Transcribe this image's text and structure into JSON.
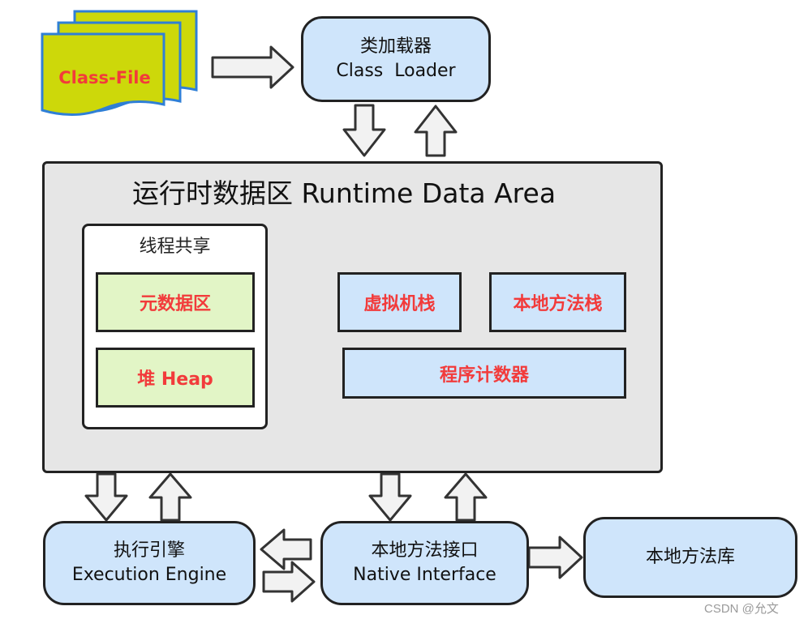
{
  "class_file": {
    "label": "Class-File"
  },
  "class_loader": {
    "title_cn": "类加载器",
    "title_en": "Class  Loader"
  },
  "runtime_area": {
    "title": "运行时数据区 Runtime Data Area"
  },
  "shared_area": {
    "title": "线程共享",
    "metaspace": "元数据区",
    "heap": "堆 Heap"
  },
  "thread_private": {
    "vm_stack": "虚拟机栈",
    "native_stack": "本地方法栈",
    "pc_register": "程序计数器"
  },
  "execution_engine": {
    "title_cn": "执行引擎",
    "title_en": "Execution Engine"
  },
  "native_interface": {
    "title_cn": "本地方法接口",
    "title_en": "Native Interface"
  },
  "native_library": {
    "title": "本地方法库"
  },
  "watermark": "CSDN @允文",
  "colors": {
    "accent_red": "#f23b3b",
    "box_blue": "#cfe5fb",
    "box_green": "#e2f5c6",
    "area_gray": "#e6e6e6",
    "file_yellow": "#cdd80a",
    "file_border": "#2f7fd6"
  }
}
